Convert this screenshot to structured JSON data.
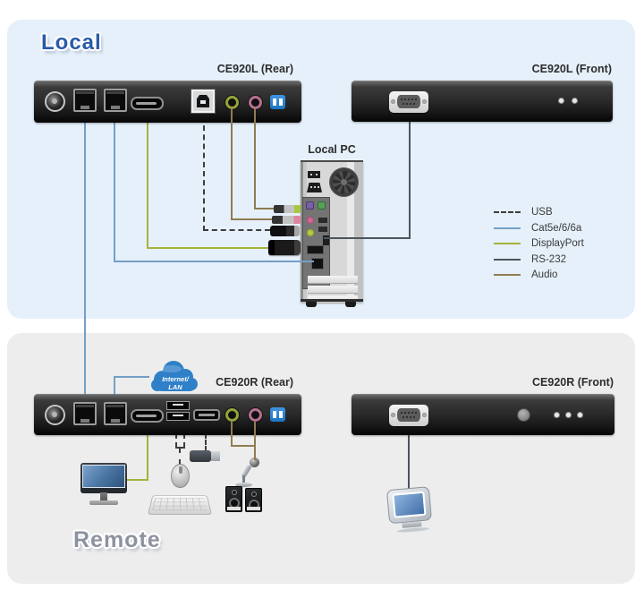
{
  "titles": {
    "local": "Local",
    "remote": "Remote"
  },
  "devices": {
    "ce920l_rear": {
      "label": "CE920L (Rear)"
    },
    "ce920l_front": {
      "label": "CE920L (Front)"
    },
    "ce920r_rear": {
      "label": "CE920R (Rear)"
    },
    "ce920r_front": {
      "label": "CE920R (Front)"
    }
  },
  "pc": {
    "label": "Local PC"
  },
  "cloud": {
    "line1": "Internet/",
    "line2": "LAN"
  },
  "legend": {
    "items": [
      {
        "label": "USB",
        "style": "dashed",
        "color": "#3d3d3d"
      },
      {
        "label": "Cat5e/6/6a",
        "style": "solid",
        "color": "#74a0c6"
      },
      {
        "label": "DisplayPort",
        "style": "solid",
        "color": "#a5b23c"
      },
      {
        "label": "RS-232",
        "style": "solid",
        "color": "#4b555f"
      },
      {
        "label": "Audio",
        "style": "solid",
        "color": "#8f7c52"
      }
    ]
  },
  "colors": {
    "usb": "#3d3d3d",
    "cat5e": "#74a0c6",
    "displayport": "#a5b23c",
    "rs232": "#4b555f",
    "audio": "#8f7c52",
    "jack_green": "#93a33b",
    "jack_pink": "#b5708f",
    "plug_green": "#a6c83c",
    "plug_pink": "#e0839f",
    "dip_blue": "#1b74c4",
    "cloud_blue": "#2f80c8",
    "local_title": "#2a5aa8",
    "remote_title": "#8c92a0",
    "local_bg": "#e5f0fa",
    "remote_bg": "#ededed"
  }
}
